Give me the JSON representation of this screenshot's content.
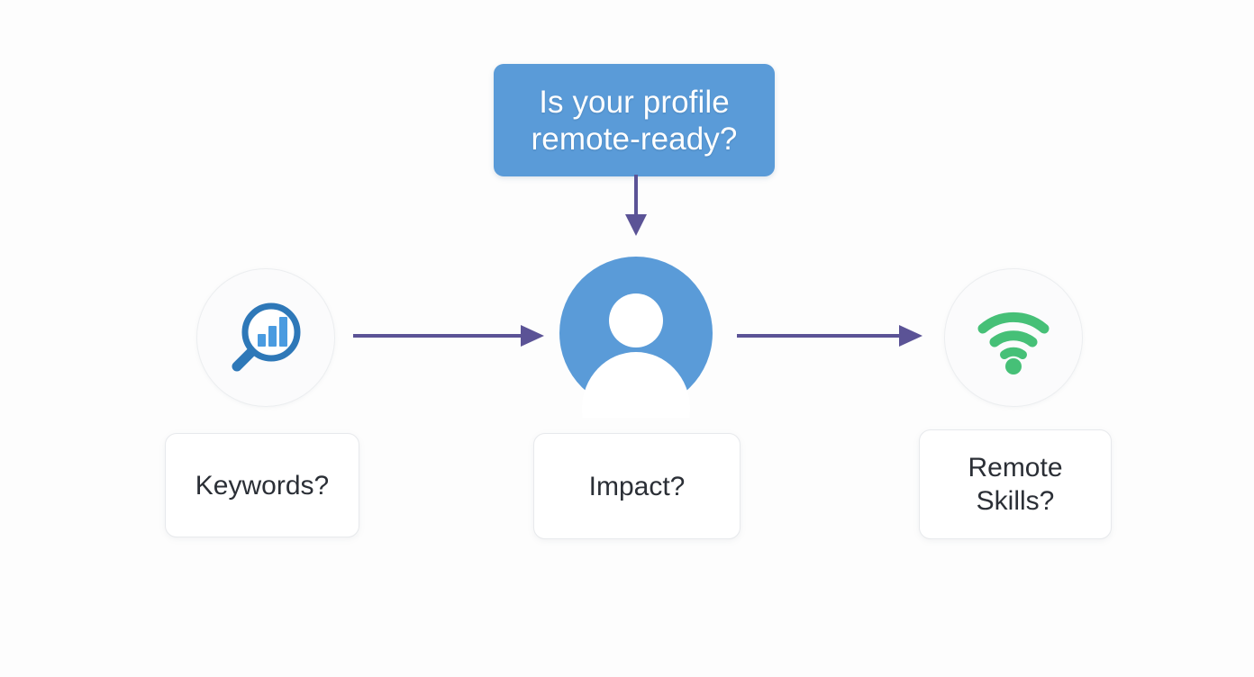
{
  "diagram": {
    "title": "Is your profile remote-ready?",
    "header": {
      "text": "Is your profile\nremote-ready?",
      "bg_color": "#5a9bd8",
      "text_color": "#ffffff"
    },
    "arrow_color": "#5b5396",
    "background_color": "#fdfdfd",
    "nodes": [
      {
        "id": "keywords",
        "icon_name": "magnifier-bar-chart-icon",
        "icon_colors": {
          "ring": "#2e78b8",
          "bars": "#4a9be0"
        },
        "label": "Keywords?"
      },
      {
        "id": "impact",
        "icon_name": "user-avatar-icon",
        "icon_colors": {
          "circle": "#5a9bd8",
          "figure": "#ffffff"
        },
        "label": "Impact?"
      },
      {
        "id": "remote-skills",
        "icon_name": "wifi-icon",
        "icon_colors": {
          "signal": "#46c077"
        },
        "label": "Remote\nSkills?"
      }
    ],
    "connections": [
      {
        "from": "header",
        "to": "impact",
        "direction": "down"
      },
      {
        "from": "keywords",
        "to": "impact",
        "direction": "right"
      },
      {
        "from": "impact",
        "to": "remote-skills",
        "direction": "right"
      }
    ]
  }
}
